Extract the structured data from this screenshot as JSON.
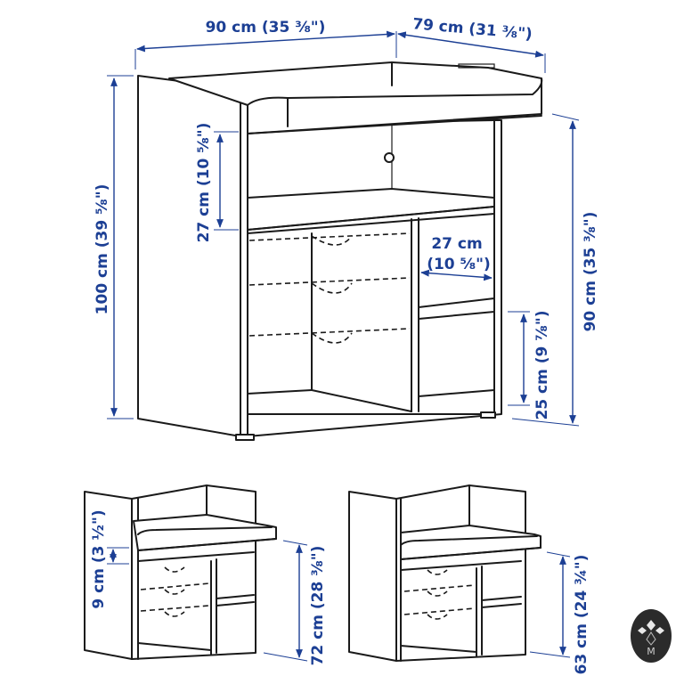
{
  "dimensions": {
    "width": "90 cm (35 ⅜\")",
    "depth": "79 cm (31 ⅜\")",
    "height_total": "100 cm (39 ⅝\")",
    "upper_opening": "27 cm (10 ⅝\")",
    "compartment_width_line1": "27 cm",
    "compartment_width_line2": "(10 ⅝\")",
    "table_height": "90 cm (35 ⅜\")",
    "compartment_height": "25 cm (9 ⅞\")"
  },
  "variant_a": {
    "shelf_gap": "9 cm (3 ½\")",
    "table_height": "72 cm (28 ⅜\")"
  },
  "variant_b": {
    "table_height": "63 cm (24 ¾\")"
  },
  "colors": {
    "dimension": "#1c3f94",
    "line": "#1a1a1a",
    "badge": "#2b2b2b"
  },
  "badge": {
    "icon": "watermark-logo",
    "letter": "M"
  }
}
